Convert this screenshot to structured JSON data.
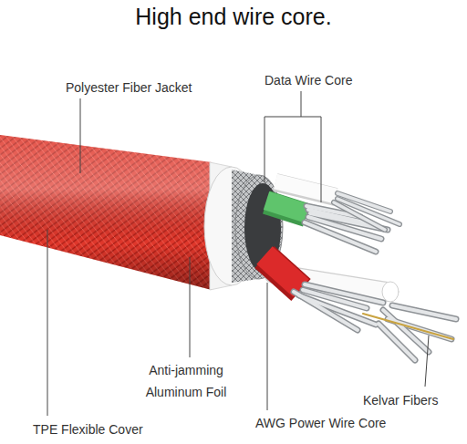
{
  "diagram": {
    "title": "High end wire core.",
    "labels": [
      "Polyester Fiber Jacket",
      "Data Wire Core",
      "Anti-jamming Aluminum Foil",
      "Kelvar Fibers",
      "TPE Flexible Cover",
      "AWG Power Wire Core"
    ]
  }
}
